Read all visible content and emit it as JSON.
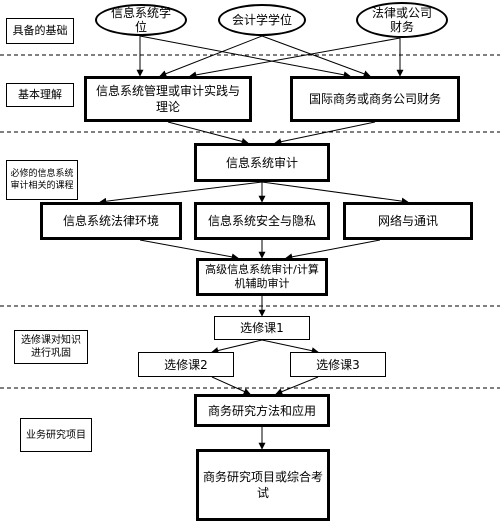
{
  "sections": {
    "foundation": "具备的基础",
    "basic": "基本理解",
    "required": "必修的信息系统审计相关的课程",
    "electives": "选修课对知识进行巩固",
    "research": "业务研究项目"
  },
  "nodes": {
    "info_sys_degree": "信息系统学位",
    "accounting_degree": "会计学学位",
    "law_degree": "法律或公司财务",
    "info_mgmt_audit": "信息系统管理或审计实践与理论",
    "intl_business": "国际商务或商务公司财务",
    "is_audit": "信息系统审计",
    "is_law": "信息系统法律环境",
    "is_security": "信息系统安全与隐私",
    "network": "网络与通讯",
    "adv_audit": "高级信息系统审计/计算机辅助审计",
    "elective1": "选修课1",
    "elective2": "选修课2",
    "elective3": "选修课3",
    "biz_methods": "商务研究方法和应用",
    "biz_project": "商务研究项目或综合考试"
  }
}
